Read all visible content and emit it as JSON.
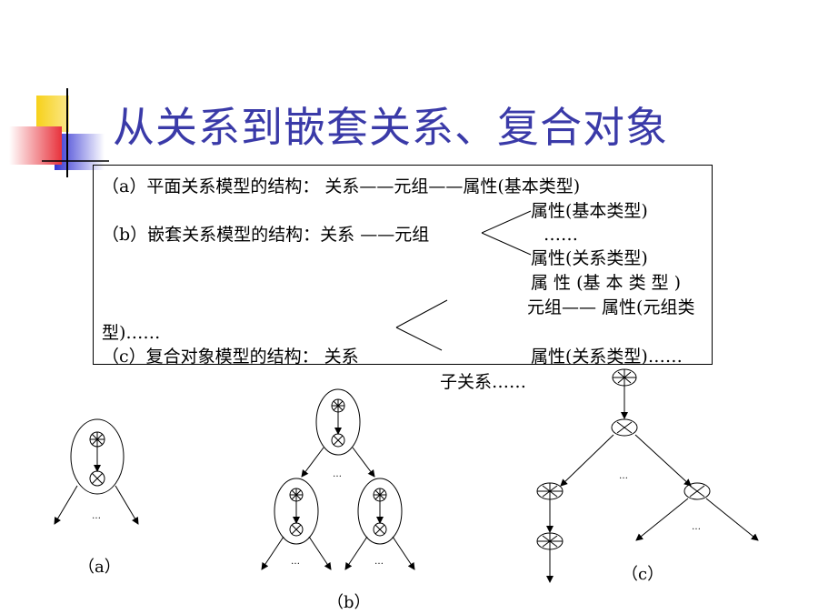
{
  "title": "从关系到嵌套关系、复合对象",
  "text": {
    "line_a": "（a）平面关系模型的结构： 关系——元组——属性(基本类型)",
    "attr_basic": "属性(基本类型)",
    "line_b": "（b）嵌套关系模型的结构：关系 ——元组",
    "ellipsis": "……",
    "attr_relation": "属性(关系类型)",
    "attr_basic_spaced": "属 性 (基 本 类 型 )",
    "tuple_attr": "元组—— 属性(元组类",
    "type_cont": "型)……",
    "line_c": "（c）复合对象模型的结构： 关系",
    "attr_relation_more": "属性(关系类型)……",
    "sub_relation": "子关系……"
  },
  "figures": {
    "a_label": "（a）",
    "b_label": "（b）",
    "c_label": "（c）",
    "dots": "…"
  },
  "colors": {
    "title": "#3a3aa8",
    "deco_yellow": "#f7d11a",
    "deco_red": "#e8323c",
    "deco_blue": "#3232d2"
  }
}
